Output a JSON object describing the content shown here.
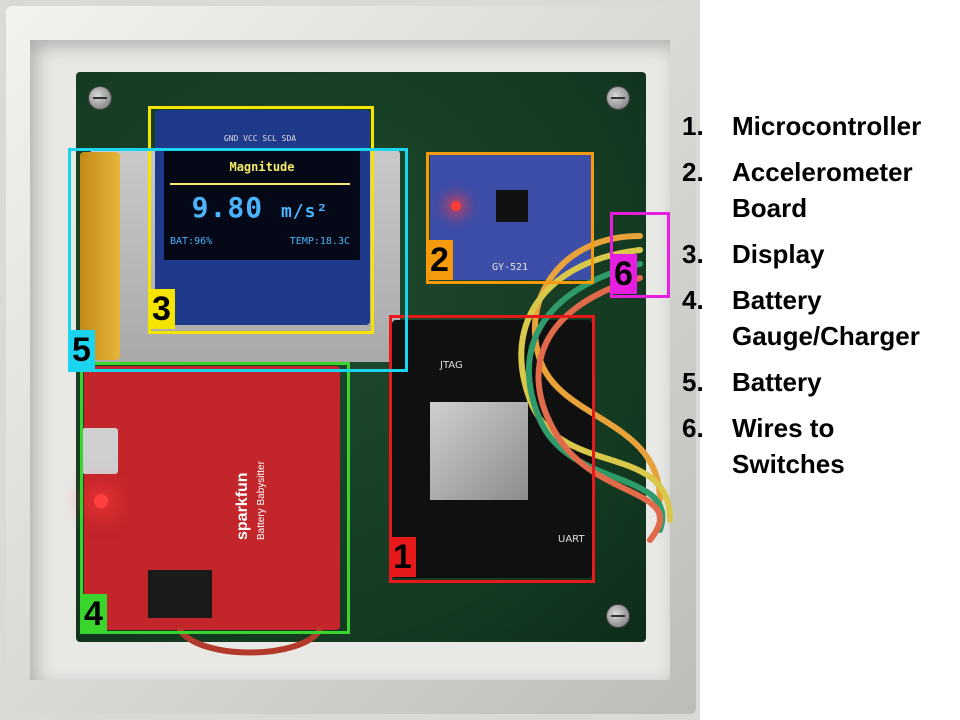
{
  "display": {
    "title": "Magnitude",
    "value": "9.80",
    "unit": "m/s²",
    "battery": "BAT:96%",
    "temperature": "TEMP:18.3C",
    "pin_labels": "GND VCC SCL SDA"
  },
  "accelerometer": {
    "model": "GY-521"
  },
  "microcontroller": {
    "jtag_label": "JTAG",
    "uart_label": "UART"
  },
  "charger": {
    "brand": "sparkfun",
    "name": "Battery Babysitter"
  },
  "boxes": [
    {
      "number": "1",
      "color": "#e8191b"
    },
    {
      "number": "2",
      "color": "#f59a0c"
    },
    {
      "number": "3",
      "color": "#f5e400"
    },
    {
      "number": "4",
      "color": "#39d52c"
    },
    {
      "number": "5",
      "color": "#1ad4f0"
    },
    {
      "number": "6",
      "color": "#e51ee0"
    }
  ],
  "legend": [
    {
      "number": "1.",
      "label": "Microcontroller"
    },
    {
      "number": "2.",
      "label": "Accelerometer\nBoard"
    },
    {
      "number": "3.",
      "label": "Display"
    },
    {
      "number": "4.",
      "label": "Battery\nGauge/Charger"
    },
    {
      "number": "5.",
      "label": "Battery"
    },
    {
      "number": "6.",
      "label": "Wires to\nSwitches"
    }
  ]
}
